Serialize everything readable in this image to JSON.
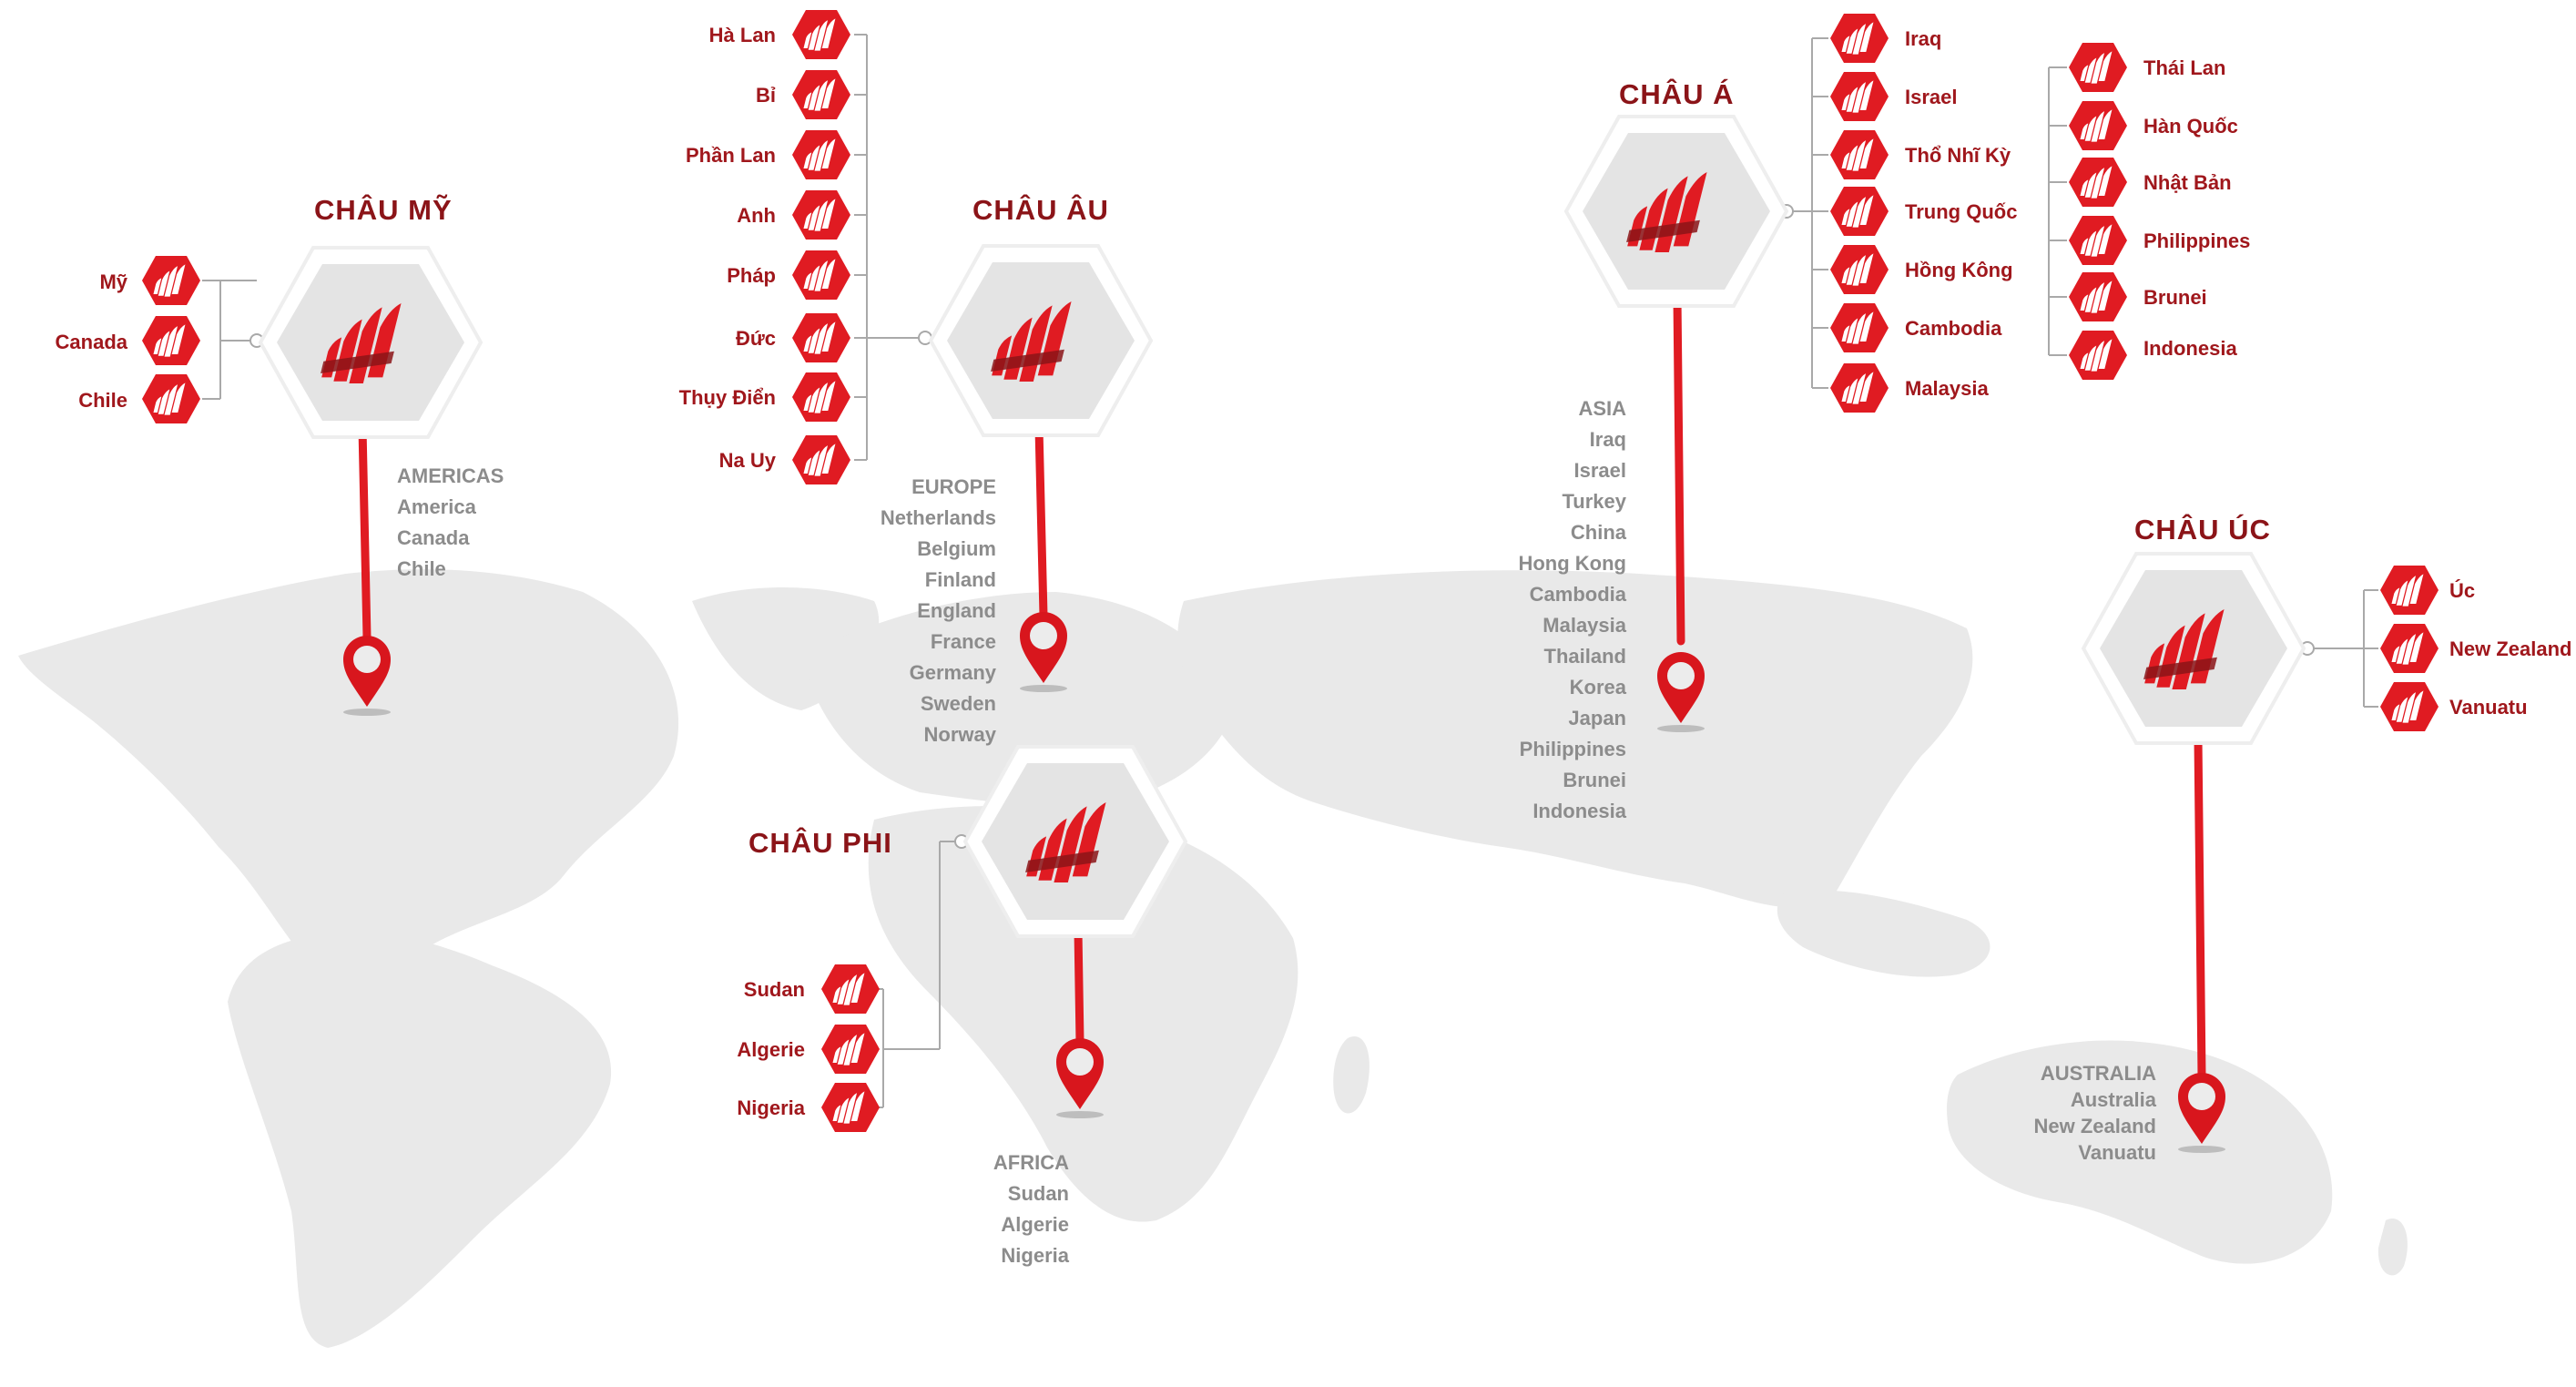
{
  "regions": {
    "americas": {
      "title": "CHÂU MỸ",
      "countries": [
        "Mỹ",
        "Canada",
        "Chile"
      ],
      "english": [
        "AMERICAS",
        "America",
        "Canada",
        "Chile"
      ]
    },
    "europe": {
      "title": "CHÂU ÂU",
      "countries": [
        "Hà Lan",
        "Bỉ",
        "Phần Lan",
        "Anh",
        "Pháp",
        "Đức",
        "Thụy Điển",
        "Na Uy"
      ],
      "english": [
        "EUROPE",
        "Netherlands",
        "Belgium",
        "Finland",
        "England",
        "France",
        "Germany",
        "Sweden",
        "Norway"
      ]
    },
    "asia": {
      "title": "CHÂU Á",
      "countries_col1": [
        "Iraq",
        "Israel",
        "Thổ Nhĩ Kỳ",
        "Trung Quốc",
        "Hồng Kông",
        "Cambodia",
        "Malaysia"
      ],
      "countries_col2": [
        "Thái Lan",
        "Hàn Quốc",
        "Nhật Bản",
        "Philippines",
        "Brunei",
        "Indonesia"
      ],
      "english": [
        "ASIA",
        "Iraq",
        "Israel",
        "Turkey",
        "China",
        "Hong Kong",
        "Cambodia",
        "Malaysia",
        "Thailand",
        "Korea",
        "Japan",
        "Philippines",
        "Brunei",
        "Indonesia"
      ]
    },
    "africa": {
      "title": "CHÂU PHI",
      "countries": [
        "Sudan",
        "Algerie",
        "Nigeria"
      ],
      "english": [
        "AFRICA",
        "Sudan",
        "Algerie",
        "Nigeria"
      ]
    },
    "australia": {
      "title": "CHÂU ÚC",
      "countries": [
        "Úc",
        "New Zealand",
        "Vanuatu"
      ],
      "english": [
        "AUSTRALIA",
        "Australia",
        "New Zealand",
        "Vanuatu"
      ]
    }
  },
  "colors": {
    "brand_red": "#e01b22",
    "dark_red": "#8b1418",
    "map_gray": "#e9e9e9",
    "text_gray": "#8c8c8c"
  },
  "icons": {
    "logo": "flame-stripes-logo-icon",
    "pin": "map-pin-icon"
  }
}
